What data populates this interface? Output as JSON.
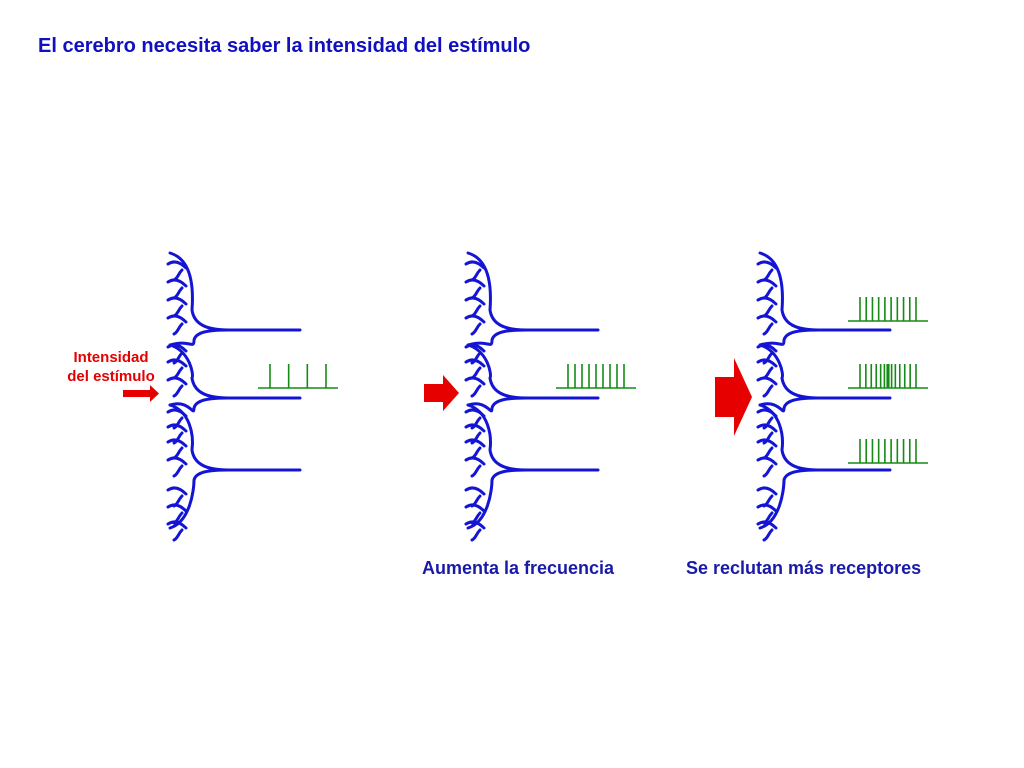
{
  "title": "El cerebro necesita saber la intensidad del estímulo",
  "stimulus_label": [
    "Intensidad",
    "del estímulo"
  ],
  "captions": {
    "frequency": "Aumenta la frecuencia",
    "recruitment": "Se reclutan más receptores"
  },
  "colors": {
    "title": "#1010c0",
    "nerve": "#1414d4",
    "spikes": "#168a16",
    "arrow": "#e60000"
  },
  "panels": [
    {
      "name": "baseline",
      "active_receptors": 1,
      "spikes_per_train": 4
    },
    {
      "name": "frequency",
      "active_receptors": 1,
      "spikes_per_train": 9
    },
    {
      "name": "recruitment",
      "active_receptors": 3,
      "spikes_per_train": 10
    }
  ]
}
